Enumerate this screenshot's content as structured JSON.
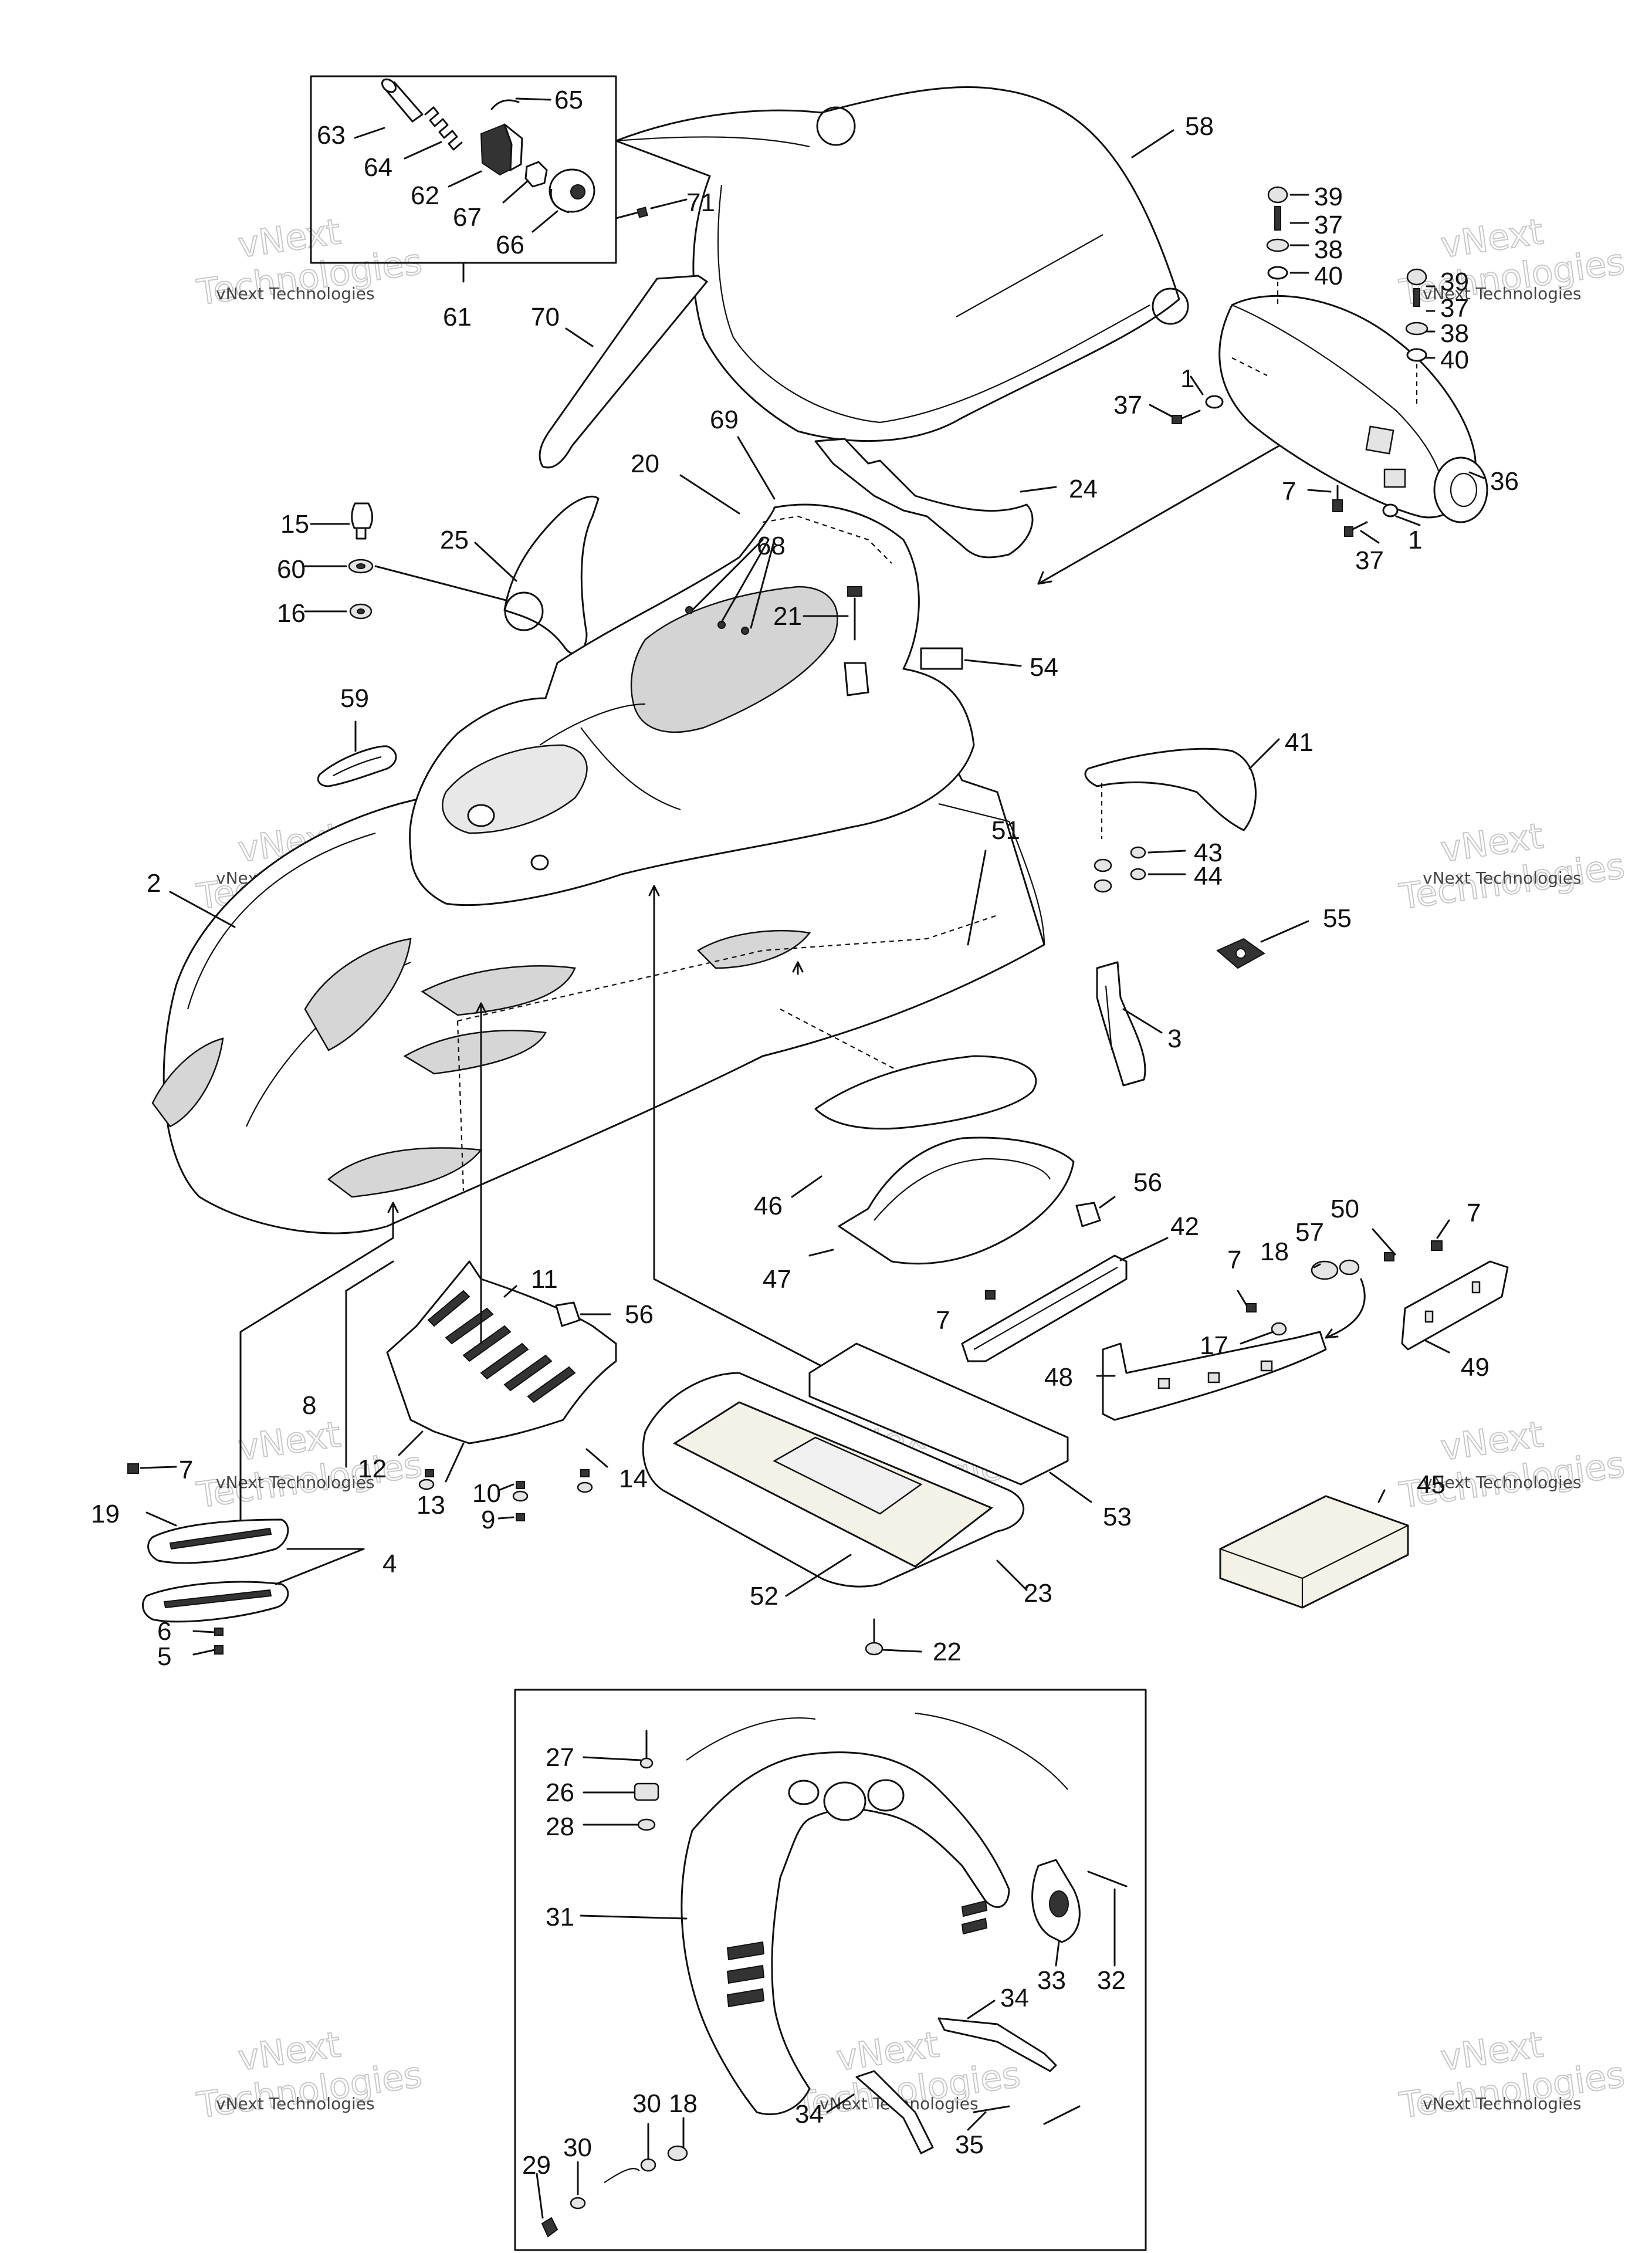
{
  "diagram": {
    "callout_numbers": [
      "1",
      "2",
      "3",
      "4",
      "5",
      "6",
      "7",
      "8",
      "9",
      "10",
      "11",
      "12",
      "13",
      "14",
      "15",
      "16",
      "17",
      "18",
      "19",
      "20",
      "21",
      "22",
      "23",
      "24",
      "25",
      "26",
      "27",
      "28",
      "29",
      "30",
      "31",
      "32",
      "33",
      "34",
      "35",
      "36",
      "37",
      "38",
      "39",
      "40",
      "41",
      "42",
      "43",
      "44",
      "45",
      "46",
      "47",
      "48",
      "49",
      "50",
      "51",
      "52",
      "53",
      "54",
      "55",
      "56",
      "57",
      "58",
      "59",
      "60",
      "61",
      "62",
      "63",
      "64",
      "65",
      "66",
      "67",
      "68",
      "69",
      "70",
      "71"
    ],
    "labels": {
      "l63": "63",
      "l64": "64",
      "l62": "62",
      "l67": "67",
      "l66": "66",
      "l65": "65",
      "l71": "71",
      "l61": "61",
      "l70": "70",
      "l58": "58",
      "l39a": "39",
      "l37a": "37",
      "l38a": "38",
      "l40a": "40",
      "l39b": "39",
      "l37b": "37",
      "l38b": "38",
      "l40b": "40",
      "l1a": "1",
      "l37c": "37",
      "l36": "36",
      "l7a": "7",
      "l1b": "1",
      "l37d": "37",
      "l69": "69",
      "l20": "20",
      "l24": "24",
      "l68": "68",
      "l21": "21",
      "l54": "54",
      "l15": "15",
      "l25": "25",
      "l60": "60",
      "l16": "16",
      "l59": "59",
      "l41": "41",
      "l43": "43",
      "l44": "44",
      "l2": "2",
      "l51": "51",
      "l55": "55",
      "l3": "3",
      "l46": "46",
      "l56a": "56",
      "l42": "42",
      "l50": "50",
      "l7b": "7",
      "l57": "57",
      "l18a": "18",
      "l7c": "7",
      "l47": "47",
      "l11": "11",
      "l56b": "56",
      "l7d": "7",
      "l17": "17",
      "l48": "48",
      "l49": "49",
      "l8": "8",
      "l7e": "7",
      "l19": "19",
      "l12": "12",
      "l14": "14",
      "l10": "10",
      "l13": "13",
      "l9": "9",
      "l53": "53",
      "l45": "45",
      "l4": "4",
      "l23": "23",
      "l52": "52",
      "l6": "6",
      "l5": "5",
      "l22": "22",
      "l27": "27",
      "l26": "26",
      "l28": "28",
      "l31": "31",
      "l33": "33",
      "l32": "32",
      "l34a": "34",
      "l18b": "18",
      "l30a": "30",
      "l34b": "34",
      "l30b": "30",
      "l35": "35",
      "l29": "29"
    }
  },
  "watermark": {
    "company": "vNext Technologies",
    "brand_top": "vNext",
    "brand_bottom": "Technologies"
  }
}
